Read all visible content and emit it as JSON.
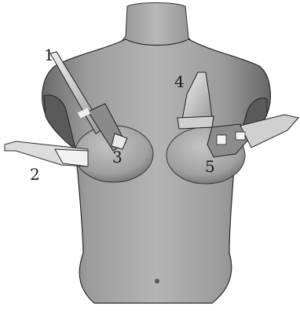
{
  "figure": {
    "subject": "torso-with-probes",
    "callouts": [
      {
        "id": "1",
        "text": "1"
      },
      {
        "id": "2",
        "text": "2"
      },
      {
        "id": "3",
        "text": "3"
      },
      {
        "id": "4",
        "text": "4"
      },
      {
        "id": "5",
        "text": "5"
      }
    ],
    "colors": {
      "body": "#a8a8a8",
      "body_shadow": "#6e6e6e",
      "probe": "#d8d8d8",
      "outline": "#222222"
    }
  }
}
